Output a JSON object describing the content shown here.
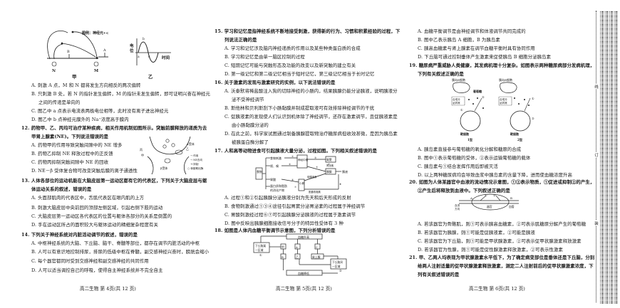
{
  "col1": {
    "fig_jia": {
      "legend": "图例：神经元•<",
      "labels": {
        "N": "N",
        "M": "M",
        "A": "A",
        "B": "B",
        "meter": "G"
      },
      "caption": "甲"
    },
    "fig_yi": {
      "ylabel_top": "电",
      "ylabel_bottom": "位",
      "xlabel": "时间",
      "points": {
        "a": "a",
        "b": "b",
        "c": "c"
      },
      "caption": "乙"
    },
    "q11_options": [
      "A. 刺激 A 点，M 和 N 都将发生方向相反的两次偏转",
      "B. 只刺激 B 处，若 N 的指针发生偏转，M 的指针未发生偏转，即可证明兴奋在神经元",
      "之间的传递是单向的",
      "C. 图乙中 a 点表示电流表两极电位相等，此时没有离子进出神经元",
      "D. 图乙中 b 点神经元膜外的 Na⁺浓度高于膜内"
    ],
    "q12": {
      "stem": [
        "12.  药物甲、乙、丙均可治疗某种疾病，相关作用机制如图所示。突触前膜释放的递质为去",
        "甲肾上腺素(NE)。下列说法错误的是"
      ],
      "options": [
        "A. 药物甲的作用导致突触间隙中的 NE 增多",
        "B. 药物乙抑制 NE 释放过程中的正反馈",
        "C. 药物丙抑制突触间隙中 NE 的回收",
        "D. NE－β 受体复合物可改变突触后膜的离子通透性"
      ],
      "figure": {
        "labels": [
          "丙",
          "甲",
          "乙",
          "α受体",
          "β受体",
          "NE"
        ],
        "legend": [
          "→ 作用",
          "→ NE去向",
          "⊣ 抑制",
          "○ 单胺氧化酶"
        ]
      }
    },
    "q13": {
      "stem": [
        "13.  人体各部位的运动机能在大脑皮层第一运动区都有它的代表区，下列关于大脑皮层与躯",
        "体运动关系的叙述，错误的是"
      ],
      "options": [
        "A. 头面部肌肉的代表区中，舌肌代表区在眼内肌的上方",
        "B. 刺激大脑皮层中央前回的顶部左侧区域，引起右侧下肢的运动",
        "C. 大脑皮层第一运动区各代表区的位置与躯体各部分的关系是倒置的",
        "D. 手在运动区所占的面积较大与躯体运动的精细复杂程度有关"
      ]
    },
    "q14": {
      "stem": [
        "14.  下列关于神经系统对内脏活动调节的叙述，错误的是"
      ],
      "options": [
        "A. 中枢神经系统的大脑、下丘脑、脑干、脊髓等部位，都存在调节内脏活动的中枢",
        "B. 人可以有意识地控制排尿，排尿的低级中枢在脊髓，副交感神经兴奋时，膀胱会缩小",
        "C. 每个器官都同时受到交感神经和副交感神经的共同作用",
        "D. 人可以适当调控自己的呼吸，使得自主神经系统并不完全自主"
      ]
    },
    "footer": "高二生物   第 4页(共 12 页)"
  },
  "col2": {
    "q15": {
      "stem": [
        "15.  学习和记忆是指神经系统不断地接受刺激，获得新的行为、习惯和积累经验的过程，下",
        "列说法正确的是"
      ],
      "options": [
        "A. 学习和记忆涉及脑内神经递质的作用以及某些种类蛋白质的合成",
        "B. 学习和记忆是由单一脑区控制的过程",
        "C. 短期记忆可能与突触形态及功能的改变以及新突触的建立有关",
        "D. 第一级记忆和第二级记忆相当于短时记忆，第三级记忆相当于长时记忆"
      ]
    },
    "q16": {
      "stem": [
        "16.  关于激素的发现与激素研究的实例，以下说法错误的是"
      ],
      "options": [
        "A. 沃泰默将稀盐酸注入狗的切除神经的小肠内，结果胰腺仍能分泌胰液，说明胰液分",
        "泌不受神经调节",
        "B. 斯他林和贝利斯刮下小肠黏膜并制成提取液可有效排除神经调节的干扰",
        "C. 促胰液素的发现使人们认识到机体除了神经调节，还存在激素调节，且促胰液素是",
        "由小肠黏膜分泌的",
        "D. 在此之前，科学家试图通过制备胰腺提取物治疗糖尿病但收效甚微，是因为胰岛素",
        "被胰蛋白酶分解了"
      ]
    },
    "q17": {
      "stem": [
        "17.  人和高等动物进食可引起胰液大量分泌，过程如图。下列相关叙述错误的是"
      ],
      "figure": {
        "left_box": "食物",
        "inputs": [
          "食物刺激",
          "视、嗅",
          "胃酸",
          "蛋白质和脂肪",
          "的消化产物"
        ],
        "center": "神经中枢",
        "stomach": "胃窦",
        "gastrin": "胃泌素",
        "pancreas": "胰腺",
        "output": "胰液",
        "intestine": "小肠",
        "secretin": "促胰液素",
        "cck": "胆囊收缩素",
        "steps": [
          "①",
          "②",
          "③",
          "④",
          "⑤",
          "⑥",
          "⑦",
          "⑧"
        ]
      },
      "options": [
        "A. 过程①和②引起胰腺分泌胰液分别为先天和后天形成的反射",
        "B. 食物刺激通过①③④途径引起胃窦分泌胃泌素的过程属于神经调节",
        "C. 胃酸刺激经过程⑥⑦可引起胰腺分泌胰液的过程属于激素调节",
        "D. 图中反映出胰腺细胞接收信号分子的特异性受体有 3 种"
      ]
    },
    "q18": {
      "stem": [
        "18.  如图是人体内血糖平衡调节示意图，下列分析错误的是"
      ],
      "figure": {
        "top": "血糖升高",
        "bottom": "血糖降低",
        "hyp1": [
          "下丘脑某",
          "一区域"
        ],
        "hyp1_num": "①",
        "hyp2": [
          "下丘脑另",
          "一区域"
        ],
        "hyp2_num": "②",
        "jia": "甲",
        "A": "A",
        "C": "C",
        "B": "B",
        "yi": "乙",
        "adrenal": "肾上腺"
      }
    },
    "footer": "高二生物   第 5页(共 12 页)"
  },
  "col3": {
    "q18_options": [
      "A. 血糖平衡调节是由神经调节和体液调节共同完成的",
      "B. 图中乙表示胰岛 A 细胞，B 为胰岛素",
      "C. 胰高血糖素与肾上腺素在调节血糖平衡时具有协同作用",
      "D. 下丘脑可通过控制垂体产生激素来促使胰岛 B 细胞分泌胰岛素"
    ],
    "q19": {
      "stem": [
        "19.  糖尿病严重威胁人类健康，其发病机理十分复杂。如图表示两种糖尿病部分发病机理，",
        "下列有关叙述正确的是"
      ],
      "figure": {
        "cell_label": "胰岛B细胞",
        "glucose": "葡萄糖",
        "secretion": [
          "合成分",
          "泌异常"
        ],
        "target": "靶细胞",
        "type1": "1型",
        "type2": "2型",
        "n1": "①",
        "n2": "②"
      },
      "options": [
        "A. 胰岛素直接参与葡萄糖的氧化分解和糖原的合成",
        "B. 图中①表示葡萄糖的受体，②表示运输葡萄糖的载体",
        "C. 胰岛素与①结合发挥作用后即被灭活",
        "D. 以上两种糖尿病均会导致血浆中胰岛素的含量下降，进而使血糖浓度升高"
      ]
    },
    "q20": {
      "stem": [
        "20.  如图为人体某器官中血液的流动情况示意图，①②表示物质，①促进或抑制②的产生，",
        "②产生后将释放到血液中。下列叙述正确的是"
      ],
      "figure": {
        "A": "A",
        "B": "B",
        "n1": "①",
        "n2": "②",
        "flow": [
          "血流",
          "方向"
        ],
        "organ": "器官",
        "vessel": "血管"
      },
      "options": [
        "A. 若该器官为骨骼肌，则①可表示胰高血糖素，②可表示肌糖原分解产生的葡萄糖",
        "B. 若该器官为胰腺，则①可能是促胰液素，②可能是胰液",
        "C. 若该器官为下丘脑，则①可能是甲状腺激素，②可表示促甲状腺激素释放激素",
        "D. 若该器官为性腺，则①可能是促性腺激素释放激素，②可表示性激素"
      ]
    },
    "q21": {
      "stem": [
        "21.  甲、乙两人均表现为甲状腺激素水平低下，为了确定病变部位是垂体还是下丘脑，分别",
        "给两人注射适量的促甲状腺激素释放激素，测定二人注射前后的促甲状腺激素浓度，下",
        "列有关叙述错误的是"
      ]
    },
    "footer": "高二生物   第 6页(共 12 页)"
  },
  "binding_margin": {
    "labels": [
      "线",
      "订",
      "装"
    ]
  }
}
